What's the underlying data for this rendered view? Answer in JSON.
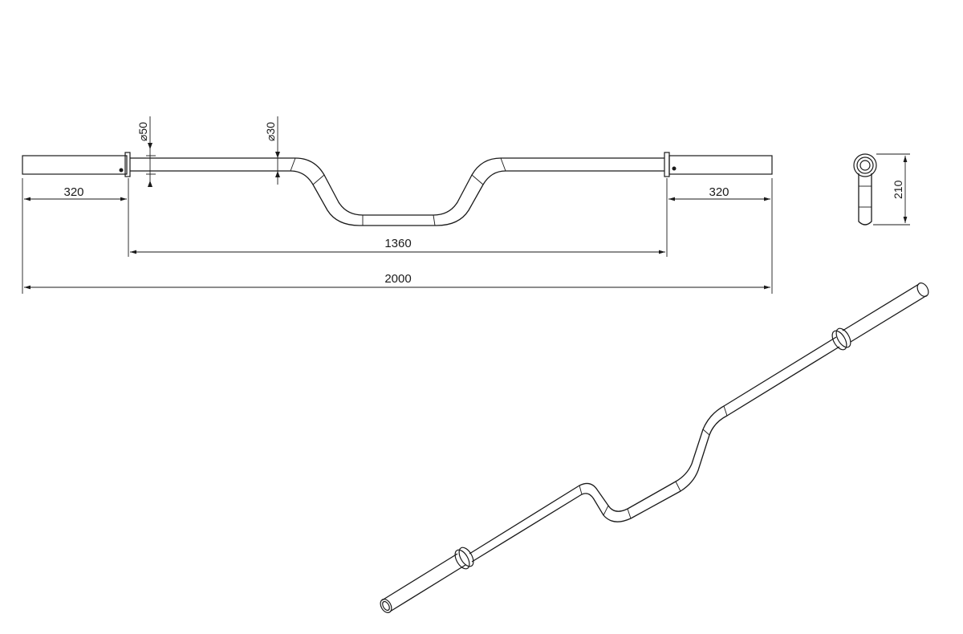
{
  "dimensions": {
    "sleeve_left": "320",
    "sleeve_right": "320",
    "inner_length": "1360",
    "total_length": "2000",
    "sleeve_diameter": "⌀50",
    "shaft_diameter": "⌀30",
    "height": "210"
  }
}
